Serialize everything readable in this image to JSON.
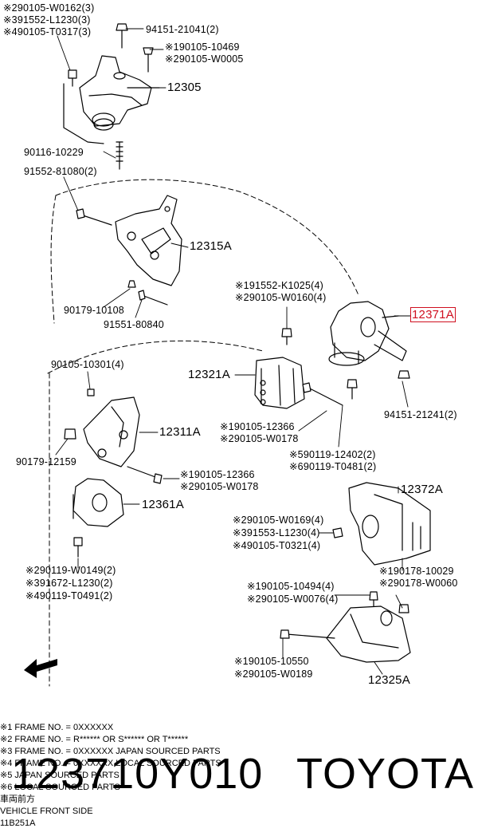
{
  "callouts": {
    "top_left": [
      "※290105-W0162(3)",
      "※391552-L1230(3)",
      "※490105-T0317(3)"
    ],
    "p94151_21041": "94151-21041(2)",
    "top_mid": [
      "※190105-10469",
      "※290105-W0005"
    ],
    "p12305": "12305",
    "p90116_10229": "90116-10229",
    "p91552_81080": "91552-81080(2)",
    "p12315A": "12315A",
    "p90179_10108": "90179-10108",
    "p91551_80840": "91551-80840",
    "mid_right": [
      "※191552-K1025(4)",
      "※290105-W0160(4)"
    ],
    "p12371A": "12371A",
    "p90105_10301": "90105-10301(4)",
    "p12321A": "12321A",
    "p94151_21241": "94151-21241(2)",
    "p12311A": "12311A",
    "mid_center": [
      "※190105-12366",
      "※290105-W0178"
    ],
    "p90119_group": [
      "※590119-12402(2)",
      "※690119-T0481(2)"
    ],
    "p90179_12159": "90179-12159",
    "p12372A": "12372A",
    "low_center": [
      "※190105-12366",
      "※290105-W0178"
    ],
    "p12361A": "12361A",
    "right_group": [
      "※290105-W0169(4)",
      "※391553-L1230(4)",
      "※490105-T0321(4)"
    ],
    "left_group": [
      "※290119-W0149(2)",
      "※391672-L1230(2)",
      "※490119-T0491(2)"
    ],
    "p90178_group": [
      "※190178-10029",
      "※290178-W0060"
    ],
    "p90105_10494_group": [
      "※190105-10494(4)",
      "※290105-W0076(4)"
    ],
    "p90105_10550_group": [
      "※190105-10550",
      "※290105-W0189"
    ],
    "p12325A": "12325A"
  },
  "notes": [
    "※1 FRAME NO. = 0XXXXXX",
    "※2 FRAME NO. = R****** OR S****** OR T******",
    "※3 FRAME NO. = 0XXXXXX JAPAN SOURCED PARTS",
    "※4 FRAME NO. = 0XXXXXX LOCAL SOURCED PARTS",
    "※5 JAPAN SOURCED PARTS",
    "※6 LOCAL SOURCED PARTS"
  ],
  "direction": {
    "jp": "車両前方",
    "en": "VEHICLE FRONT SIDE"
  },
  "diagram_id": "11B251A",
  "footer": {
    "part_number": "123710Y010",
    "brand": "TOYOTA"
  },
  "colors": {
    "highlight": "#d01020",
    "ink": "#000000"
  }
}
